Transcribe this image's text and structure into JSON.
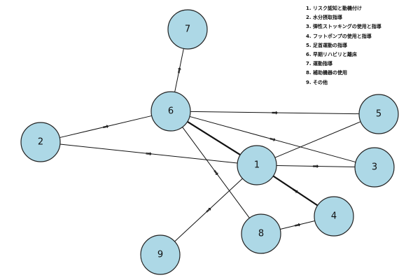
{
  "nodes": [
    {
      "id": "1",
      "label": "1"
    },
    {
      "id": "2",
      "label": "2"
    },
    {
      "id": "3",
      "label": "3"
    },
    {
      "id": "4",
      "label": "4"
    },
    {
      "id": "5",
      "label": "5"
    },
    {
      "id": "6",
      "label": "6"
    },
    {
      "id": "7",
      "label": "7"
    },
    {
      "id": "8",
      "label": "8"
    },
    {
      "id": "9",
      "label": "9"
    }
  ],
  "edges": [
    {
      "from": "6",
      "to": "7",
      "arrow": "⇒",
      "emphasis": false
    },
    {
      "from": "2",
      "to": "6",
      "arrow": "⇒",
      "emphasis": false
    },
    {
      "from": "2",
      "to": "1",
      "arrow": "⇒",
      "emphasis": false
    },
    {
      "from": "6",
      "to": "5",
      "arrow": "⇒",
      "emphasis": false
    },
    {
      "from": "6",
      "to": "3",
      "arrow": "⇒",
      "emphasis": false
    },
    {
      "from": "6",
      "to": "1",
      "arrow": "",
      "emphasis": true
    },
    {
      "from": "6",
      "to": "8",
      "arrow": "⇒",
      "emphasis": false
    },
    {
      "from": "1",
      "to": "5",
      "arrow": "",
      "emphasis": false
    },
    {
      "from": "1",
      "to": "3",
      "arrow": "⇒",
      "emphasis": false
    },
    {
      "from": "1",
      "to": "4",
      "arrow": "⇒",
      "emphasis": true
    },
    {
      "from": "9",
      "to": "1",
      "arrow": "⇒",
      "emphasis": false
    },
    {
      "from": "8",
      "to": "4",
      "arrow": "⇒",
      "emphasis": false
    }
  ],
  "legend": [
    "1. リスク認知と動機付け",
    "2. 水分摂取指導",
    "3. 弾性ストッキングの使用と指導",
    "4. フットポンプの使用と指導",
    "5. 足首運動の指導",
    "6. 早期リハビリと離床",
    "7. 運動指導",
    "8. 補助機器の使用",
    "9. その他"
  ]
}
